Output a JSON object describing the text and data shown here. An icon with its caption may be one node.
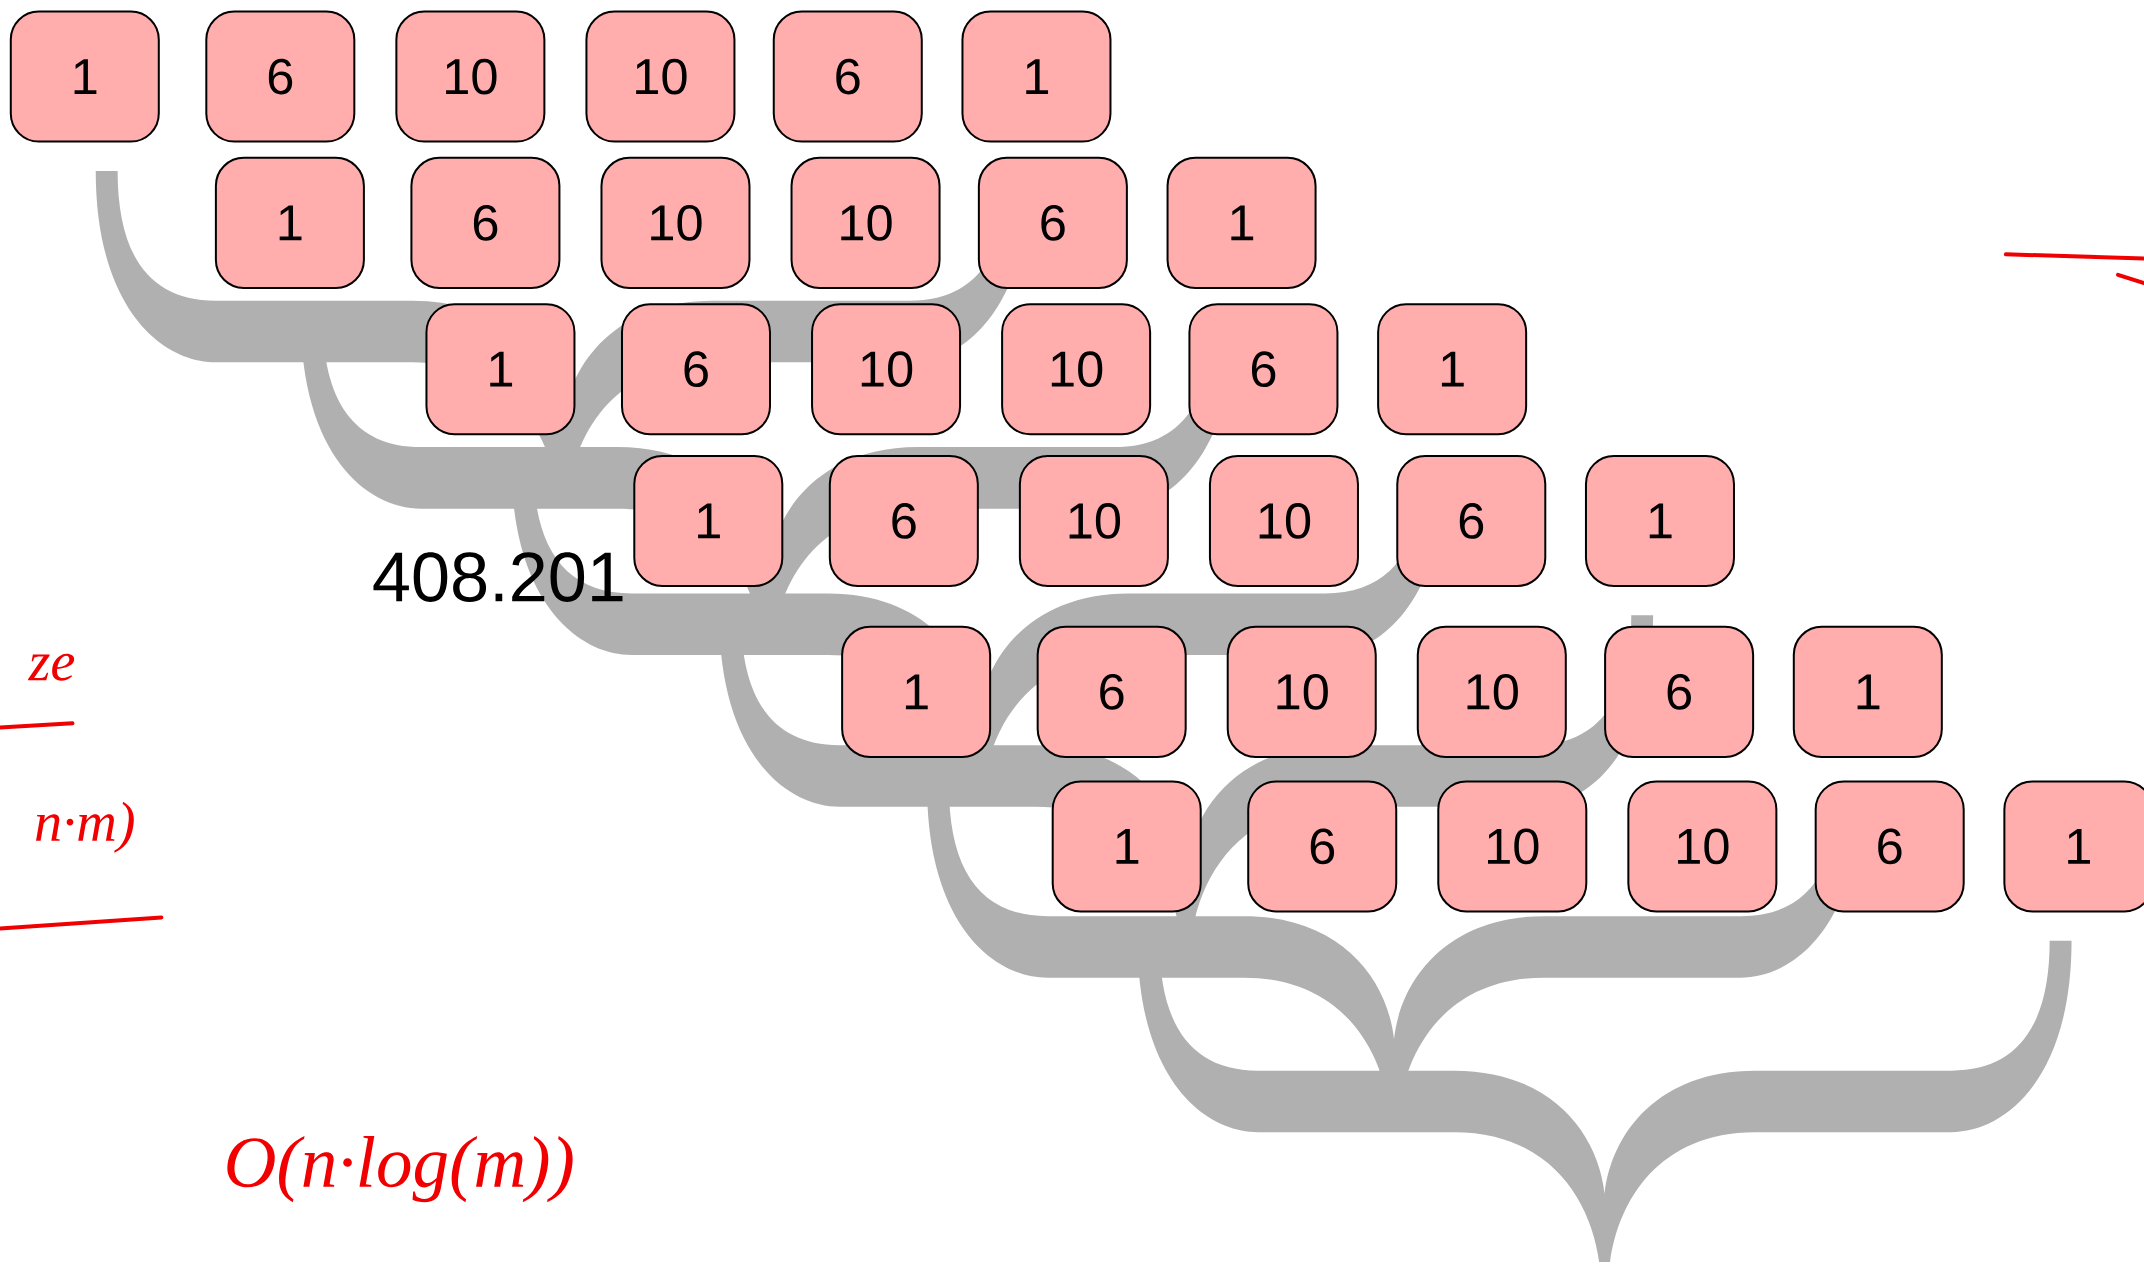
{
  "diagram": {
    "nodes": [
      {
        "text": [
          "1"
        ]
      },
      {
        "text": [
          "6"
        ]
      },
      {
        "text": [
          "10"
        ]
      },
      {
        "text": [
          "10"
        ]
      },
      {
        "text": [
          "6"
        ]
      },
      {
        "text": [
          "1"
        ]
      },
      {
        "text": [
          "1"
        ]
      },
      {
        "text": [
          "6"
        ]
      },
      {
        "text": [
          "10"
        ]
      },
      {
        "text": [
          "10"
        ]
      },
      {
        "text": [
          "6"
        ]
      },
      {
        "text": [
          "1"
        ]
      },
      {
        "text": [
          "1"
        ]
      },
      {
        "text": [
          "6"
        ]
      },
      {
        "text": [
          "10"
        ]
      },
      {
        "text": [
          "10"
        ]
      },
      {
        "text": [
          "6"
        ]
      },
      {
        "text": [
          "1"
        ]
      },
      {
        "text": [
          "1"
        ]
      },
      {
        "text": [
          "6"
        ]
      },
      {
        "text": [
          "10"
        ]
      },
      {
        "text": [
          "10"
        ]
      },
      {
        "text": [
          "6"
        ]
      },
      {
        "text": [
          "1"
        ]
      },
      {
        "text": [
          "1"
        ]
      },
      {
        "text": [
          "6"
        ]
      },
      {
        "text": [
          "10"
        ]
      },
      {
        "text": [
          "10"
        ]
      },
      {
        "text": [
          "6"
        ]
      },
      {
        "text": [
          "1"
        ]
      },
      {
        "text": [
          "1"
        ]
      },
      {
        "text": [
          "6"
        ]
      },
      {
        "text": [
          "10"
        ]
      },
      {
        "text": [
          "10"
        ]
      },
      {
        "text": [
          "6"
        ]
      },
      {
        "text": [
          "1"
        ]
      }
    ],
    "edges": [],
    "labels": [
      "408.201",
      "ze",
      "n·m)",
      "O(n·log(m))"
    ]
  }
}
